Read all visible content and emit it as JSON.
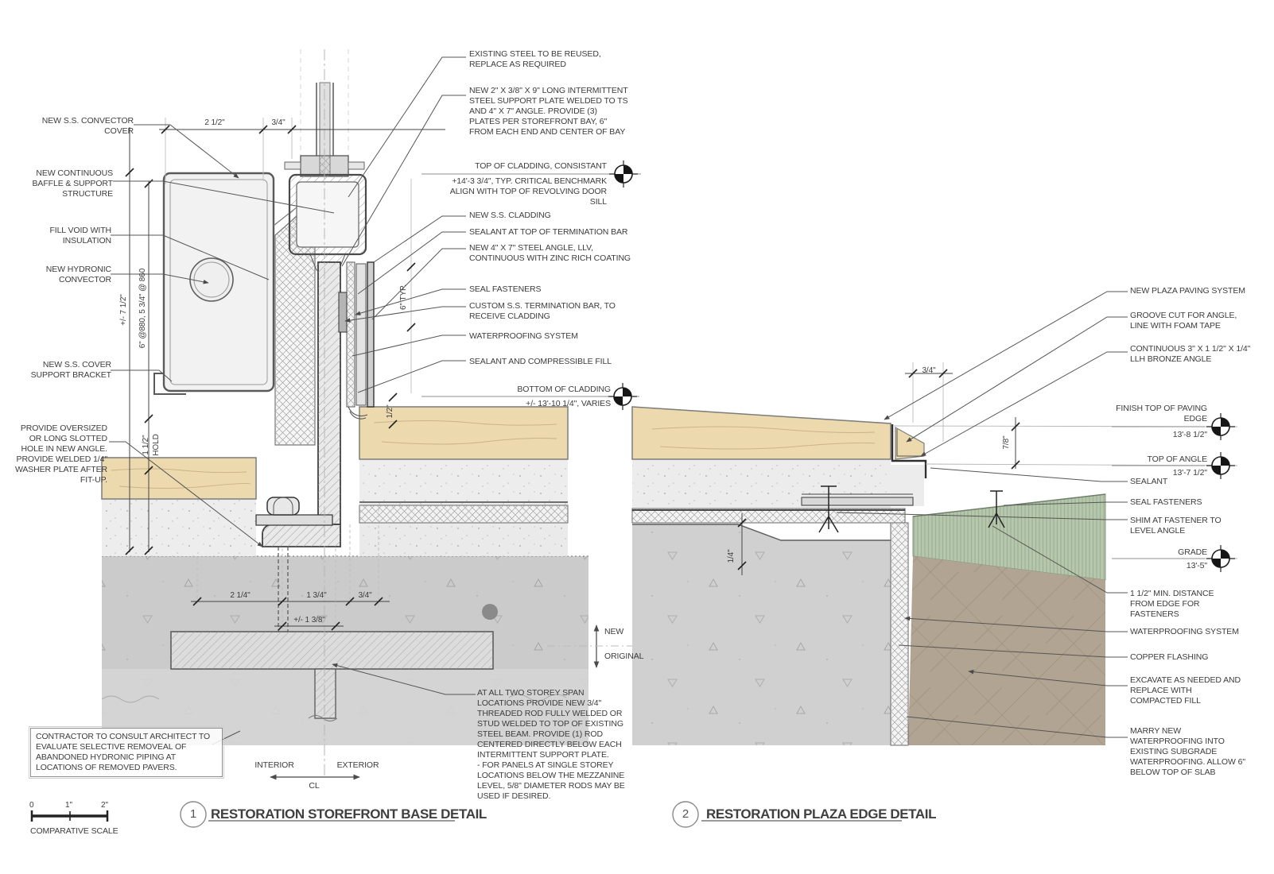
{
  "colors": {
    "paver_tan": "#ecd9ae",
    "concrete_light": "#ededed",
    "subgrade_gray": "#cbcbcb",
    "slab_gray": "#d0d0d0",
    "green_fill": "#b7c7ad",
    "soil_brown": "#b1a492",
    "steel_gray": "#e3e3e3",
    "line": "#4a4a4a"
  },
  "scalebar": {
    "t0": "0",
    "t1": "1\"",
    "t2": "2\"",
    "label": "COMPARATIVE SCALE"
  },
  "d1": {
    "num": "1",
    "title": "RESTORATION STOREFRONT BASE DETAIL",
    "left": [
      "NEW S.S. CONVECTOR COVER",
      "NEW CONTINUOUS BAFFLE & SUPPORT STRUCTURE",
      "FILL VOID WITH INSULATION",
      "NEW HYDRONIC CONVECTOR",
      "NEW S.S. COVER SUPPORT BRACKET",
      "PROVIDE OVERSIZED OR LONG SLOTTED HOLE IN NEW ANGLE. PROVIDE WELDED 1/4\" WASHER PLATE AFTER FIT-UP."
    ],
    "right": [
      "EXISTING STEEL TO BE REUSED, REPLACE AS REQUIRED",
      "NEW 2\" X 3/8\" X 9\" LONG INTERMITTENT STEEL SUPPORT PLATE WELDED TO TS AND 4\" X 7\" ANGLE. PROVIDE (3) PLATES PER STOREFRONT BAY, 6\" FROM EACH END AND CENTER OF BAY",
      "TOP OF CLADDING, CONSISTANT",
      "+14'-3 3/4\", TYP. CRITICAL BENCHMARK ALIGN WITH TOP OF REVOLVING DOOR SILL",
      "NEW S.S. CLADDING",
      "SEALANT  AT TOP OF TERMINATION BAR",
      "NEW 4\" X 7\" STEEL ANGLE, LLV, CONTINUOUS WITH ZINC RICH COATING",
      "SEAL FASTENERS",
      "CUSTOM S.S. TERMINATION BAR, TO RECEIVE CLADDING",
      "WATERPROOFING SYSTEM",
      "SEALANT AND COMPRESSIBLE FILL",
      "BOTTOM OF CLADDING",
      "+/- 13'-10 1/4\", VARIES"
    ],
    "dims": {
      "top1": "2 1/2\"",
      "top2": "3/4\"",
      "v1": "+/- 7 1/2\"",
      "v2": "6\" @880, 5 3/4\" @ 860",
      "hold1": "1 1/2\"",
      "hold2": "HOLD",
      "typ6": "6\" TYP.",
      "half": "1/2\"",
      "b1": "2 1/4\"",
      "b2": "1 3/4\"",
      "b3": "3/4\"",
      "b4": "+/- 1 3/8\""
    },
    "markers": {
      "new": "NEW",
      "original": "ORIGINAL"
    },
    "axis": {
      "interior": "INTERIOR",
      "exterior": "EXTERIOR",
      "cl": "CL"
    },
    "note": "CONTRACTOR TO CONSULT ARCHITECT TO EVALUATE SELECTIVE REMOVEAL OF ABANDONED HYDRONIC PIPING AT LOCATIONS OF REMOVED PAVERS.",
    "rod_note": "AT ALL TWO STOREY SPAN LOCATIONS PROVIDE NEW 3/4\" THREADED ROD FULLY WELDED OR STUD WELDED TO TOP OF EXISTING STEEL BEAM. PROVIDE (1) ROD CENTERED DIRECTLY BELOW EACH INTERMITTENT SUPPORT PLATE.\n- FOR PANELS AT SINGLE STOREY LOCATIONS BELOW THE MEZZANINE LEVEL, 5/8\" DIAMETER RODS MAY BE USED IF DESIRED."
  },
  "d2": {
    "num": "2",
    "title": "RESTORATION PLAZA EDGE DETAIL",
    "labels": [
      "NEW PLAZA PAVING SYSTEM",
      "GROOVE CUT FOR ANGLE, LINE WITH FOAM TAPE",
      "CONTINUOUS 3\" X 1 1/2\" X 1/4\" LLH BRONZE ANGLE",
      "FINISH TOP OF PAVING EDGE",
      "13'-8 1/2\"",
      "TOP OF ANGLE",
      "13'-7 1/2\"",
      "SEALANT",
      "SEAL FASTENERS",
      "SHIM AT FASTENER TO LEVEL ANGLE",
      "GRADE",
      "13'-5\"",
      "1 1/2\" MIN. DISTANCE FROM EDGE FOR FASTENERS",
      "WATERPROOFING SYSTEM",
      "COPPER FLASHING",
      "EXCAVATE AS NEEDED AND REPLACE WITH COMPACTED FILL",
      "MARRY NEW WATERPROOFING INTO EXISTING SUBGRADE WATERPROOFING. ALLOW 6\" BELOW TOP OF SLAB"
    ],
    "dims": {
      "a": "3/4\"",
      "b": "7/8\"",
      "c": "1/4\""
    }
  }
}
